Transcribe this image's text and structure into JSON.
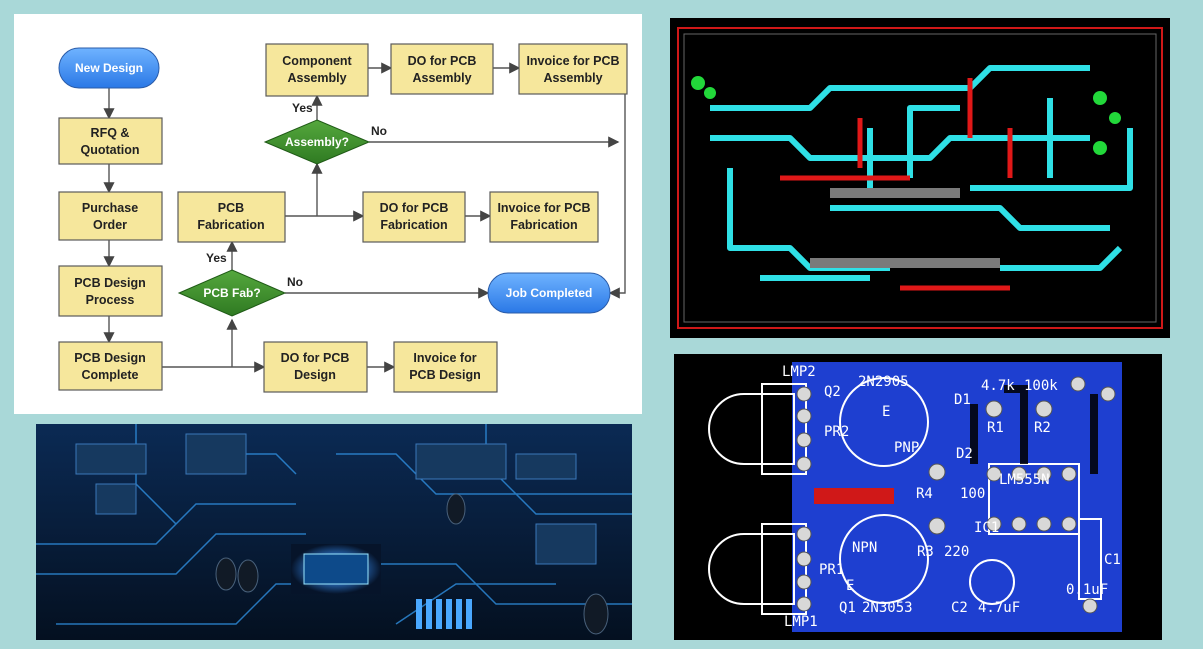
{
  "flowchart": {
    "new_design": "New Design",
    "rfq": [
      "RFQ &",
      "Quotation"
    ],
    "purchase_order": [
      "Purchase",
      "Order"
    ],
    "design_process": [
      "PCB Design",
      "Process"
    ],
    "design_complete": [
      "PCB Design",
      "Complete"
    ],
    "pcb_fabrication": [
      "PCB",
      "Fabrication"
    ],
    "pcb_fab_decision": "PCB Fab?",
    "assembly_decision": "Assembly?",
    "component_assembly": [
      "Component",
      "Assembly"
    ],
    "do_assembly": [
      "DO for PCB",
      "Assembly"
    ],
    "invoice_assembly": [
      "Invoice for PCB",
      "Assembly"
    ],
    "do_fabrication": [
      "DO for PCB",
      "Fabrication"
    ],
    "invoice_fabrication": [
      "Invoice for PCB",
      "Fabrication"
    ],
    "do_design": [
      "DO for PCB",
      "Design"
    ],
    "invoice_design": [
      "Invoice for",
      "PCB Design"
    ],
    "job_completed": "Job Completed",
    "yes": "Yes",
    "no": "No"
  },
  "schematic": {
    "labels": [
      "LMP2",
      "2N2905",
      "Q2",
      "PR2",
      "D1",
      "4.7k",
      "100k",
      "R1",
      "R2",
      "E",
      "PNP",
      "D2",
      "R4",
      "100",
      "LM555N",
      "IC1",
      "NPN",
      "E",
      "R3",
      "220",
      "PR1",
      "Q1",
      "2N3053",
      "C2",
      "4.7uF",
      "0.1uF",
      "C1",
      "LMP1"
    ]
  },
  "colors": {
    "start_blue": "#3f8ff0",
    "decision_green": "#3f8f2c",
    "box_yellow": "#f6e79c",
    "trace_cyan": "#2fe0e6",
    "trace_red": "#e01818",
    "board_blue": "#1e3fd0"
  }
}
